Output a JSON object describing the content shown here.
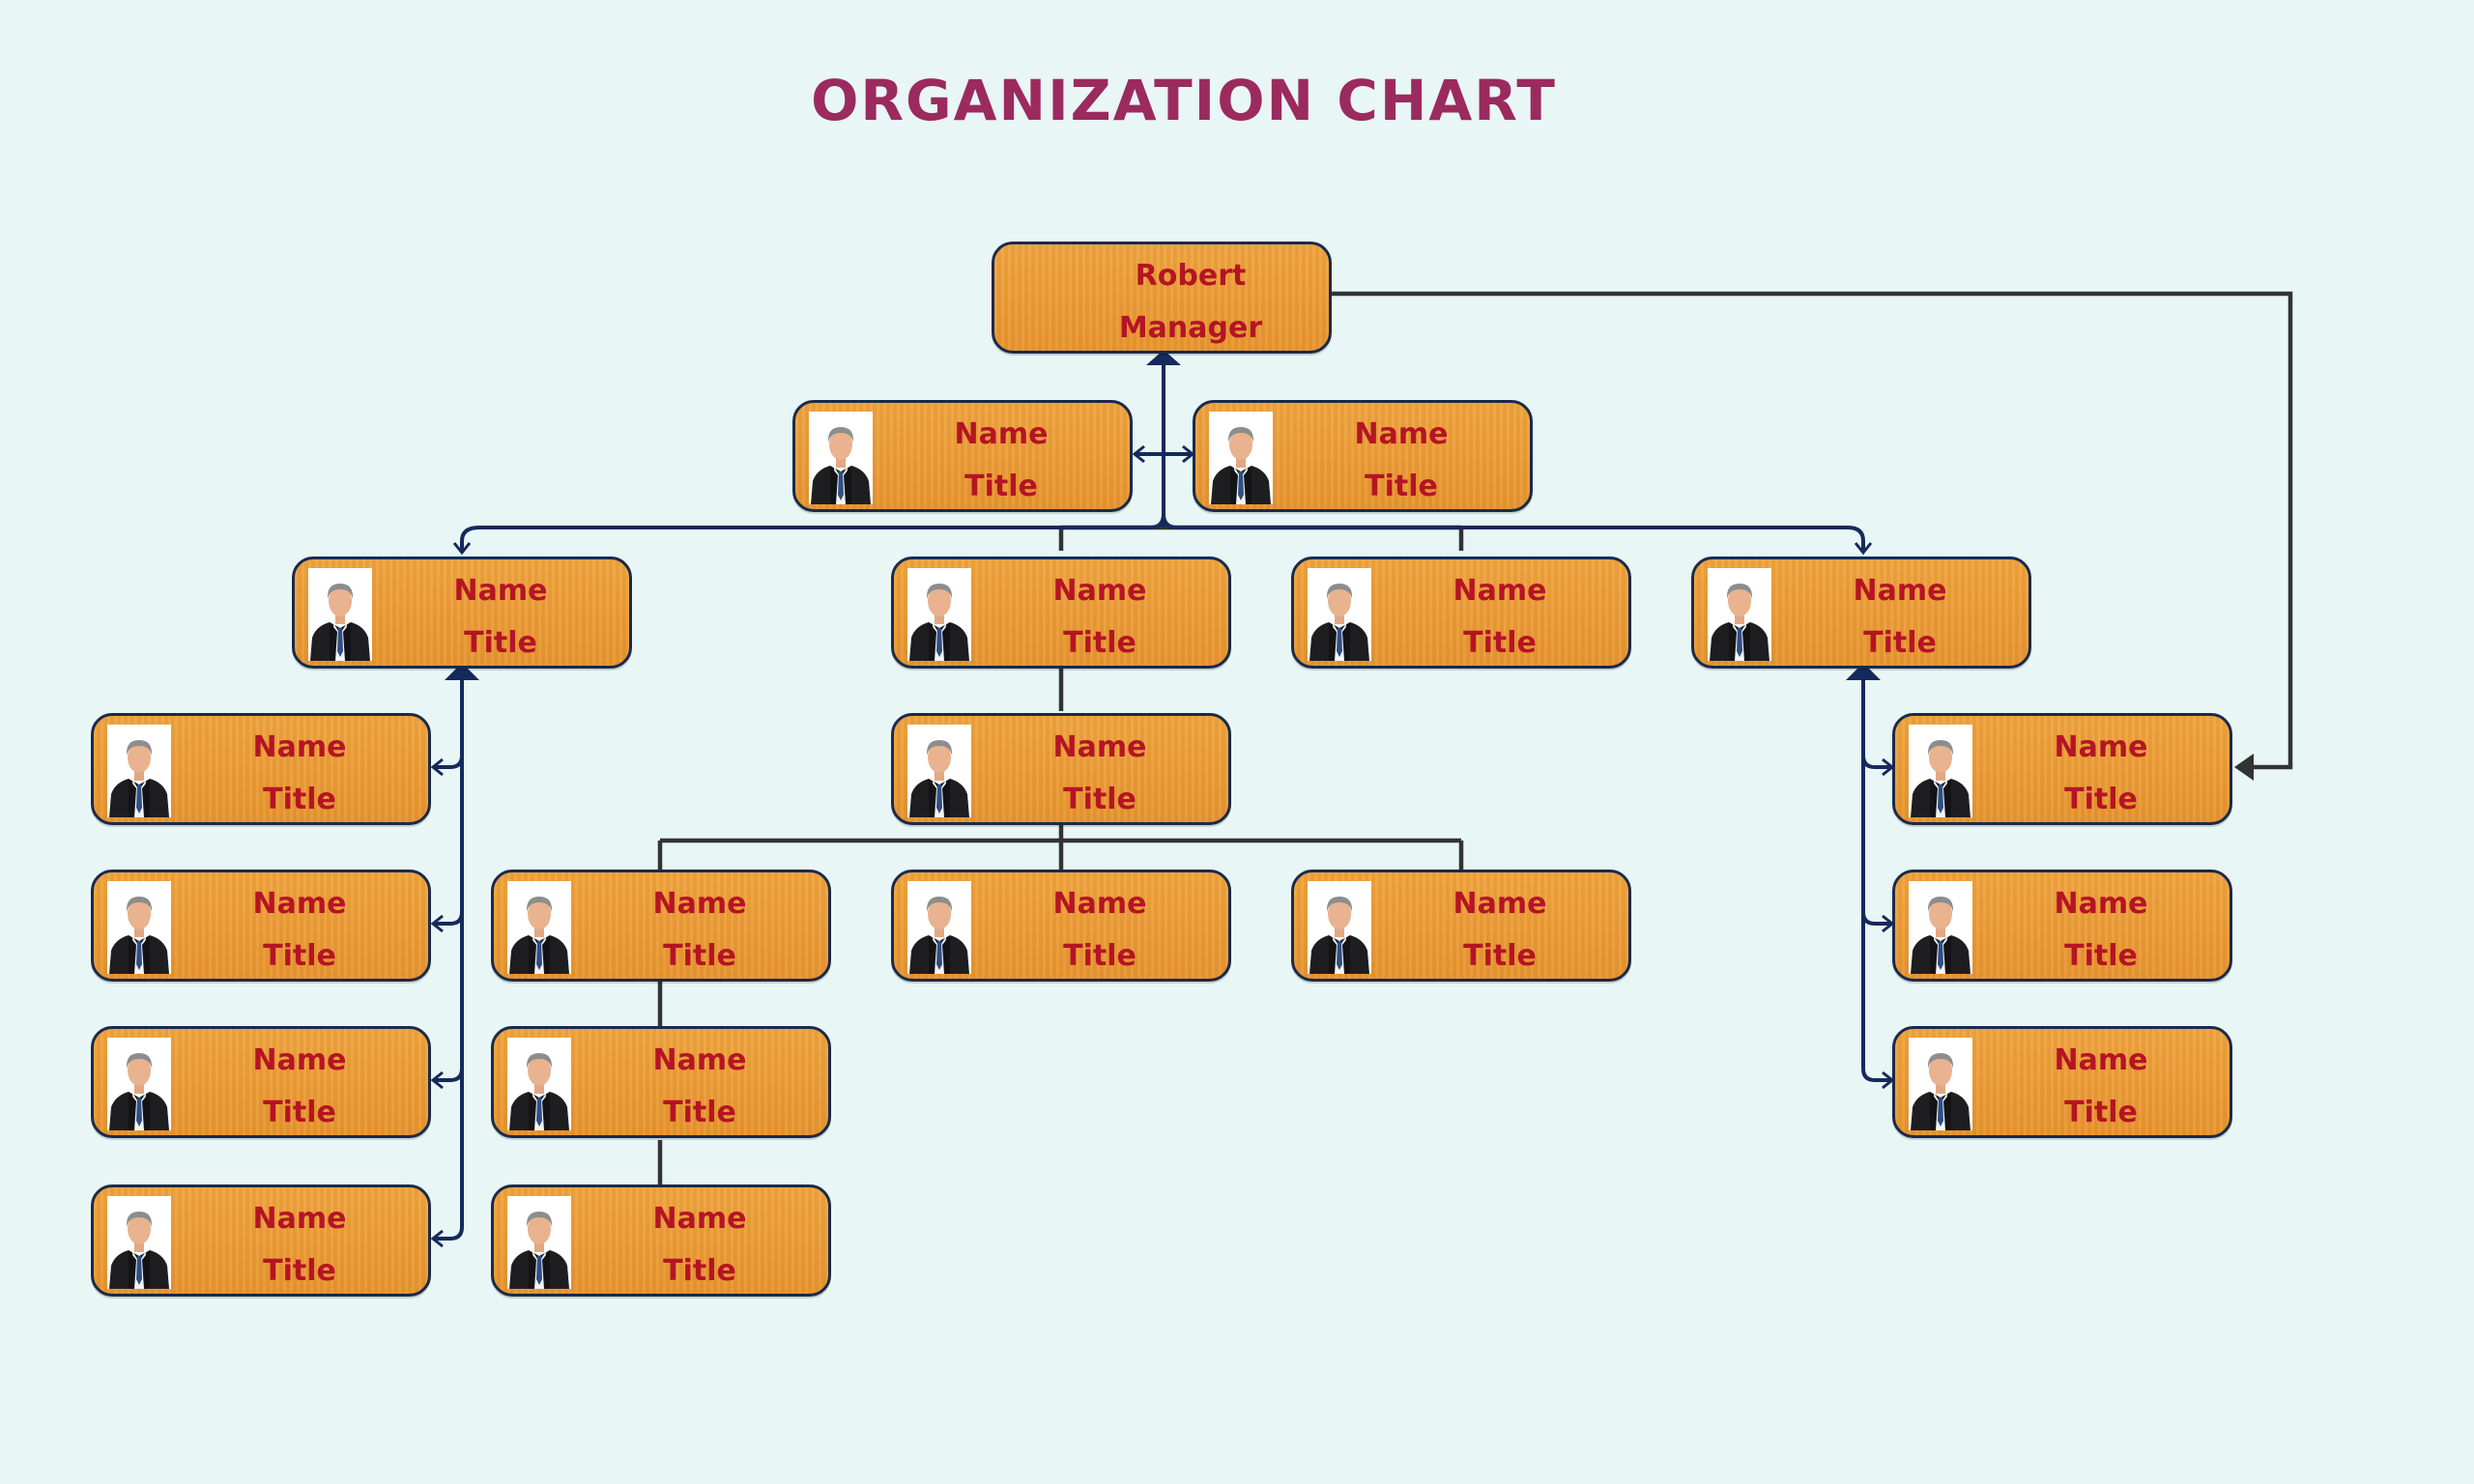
{
  "title": "ORGANIZATION CHART",
  "colors": {
    "background": "#e8f6f5",
    "title": "#9b2a5f",
    "node_fill": "#ee9d39",
    "node_border": "#1b2a4a",
    "node_text": "#b51424",
    "connector_dark": "#333333",
    "connector_navy": "#152a5c"
  },
  "icons": {
    "photo": "businessman-avatar-icon"
  },
  "nodes": [
    {
      "id": "root",
      "line1": "Robert",
      "line2": "Manager",
      "photo": false
    },
    {
      "id": "asst-left",
      "line1": "Name",
      "line2": "Title",
      "photo": true
    },
    {
      "id": "asst-right",
      "line1": "Name",
      "line2": "Title",
      "photo": true
    },
    {
      "id": "l2-a",
      "line1": "Name",
      "line2": "Title",
      "photo": true
    },
    {
      "id": "l2-b",
      "line1": "Name",
      "line2": "Title",
      "photo": true
    },
    {
      "id": "l2-c",
      "line1": "Name",
      "line2": "Title",
      "photo": true
    },
    {
      "id": "l2-d",
      "line1": "Name",
      "line2": "Title",
      "photo": true
    },
    {
      "id": "a-1",
      "line1": "Name",
      "line2": "Title",
      "photo": true
    },
    {
      "id": "a-2",
      "line1": "Name",
      "line2": "Title",
      "photo": true
    },
    {
      "id": "a-3",
      "line1": "Name",
      "line2": "Title",
      "photo": true
    },
    {
      "id": "a-4",
      "line1": "Name",
      "line2": "Title",
      "photo": true
    },
    {
      "id": "b-1",
      "line1": "Name",
      "line2": "Title",
      "photo": true
    },
    {
      "id": "b-2a",
      "line1": "Name",
      "line2": "Title",
      "photo": true
    },
    {
      "id": "b-2b",
      "line1": "Name",
      "line2": "Title",
      "photo": true
    },
    {
      "id": "b-2c",
      "line1": "Name",
      "line2": "Title",
      "photo": true
    },
    {
      "id": "b-3",
      "line1": "Name",
      "line2": "Title",
      "photo": true
    },
    {
      "id": "b-4",
      "line1": "Name",
      "line2": "Title",
      "photo": true
    },
    {
      "id": "d-1",
      "line1": "Name",
      "line2": "Title",
      "photo": true
    },
    {
      "id": "d-2",
      "line1": "Name",
      "line2": "Title",
      "photo": true
    },
    {
      "id": "d-3",
      "line1": "Name",
      "line2": "Title",
      "photo": true
    }
  ]
}
